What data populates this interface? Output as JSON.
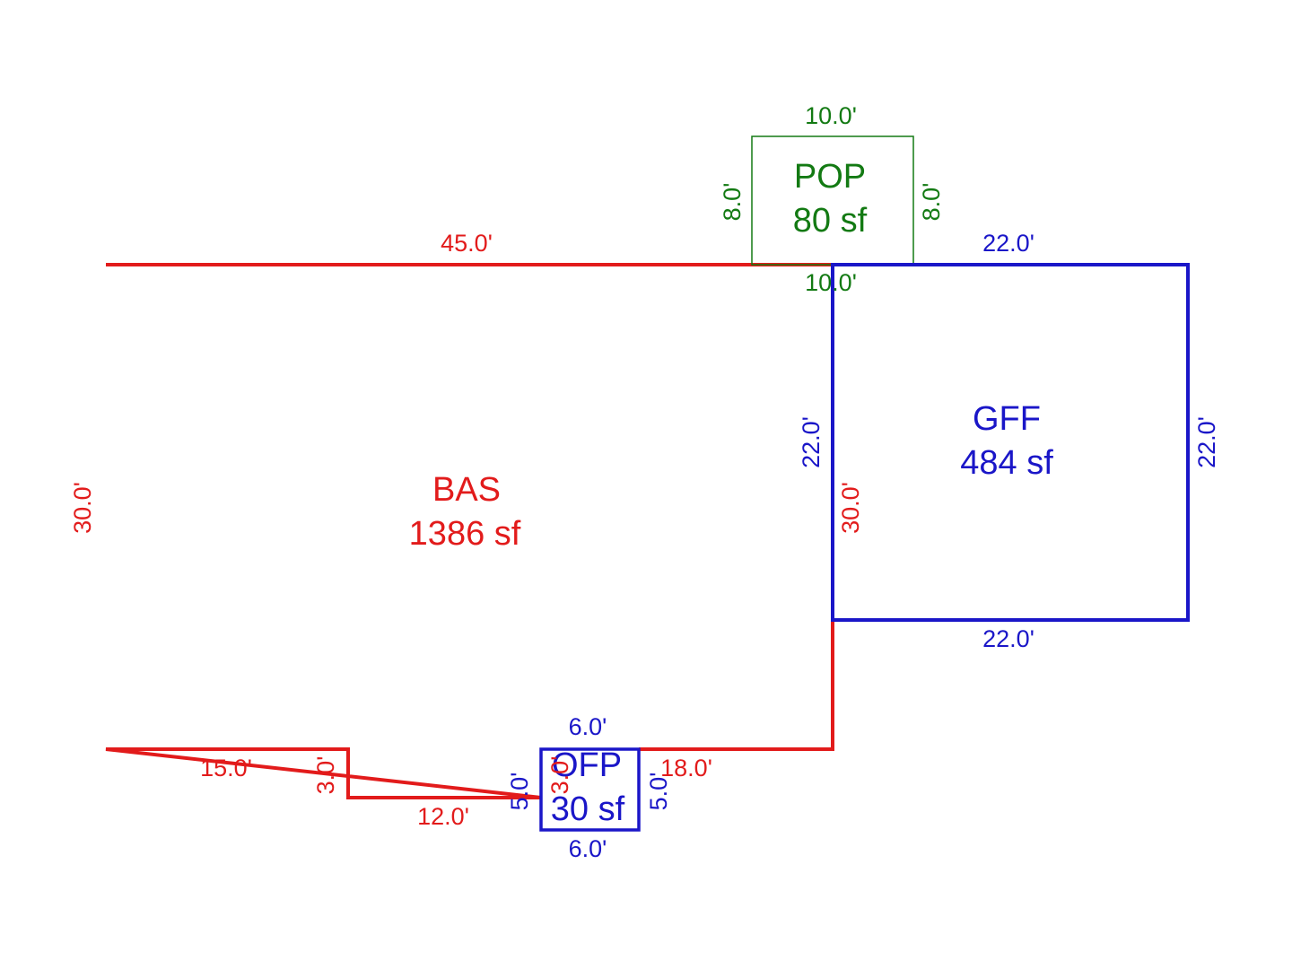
{
  "colors": {
    "bas": "#e21b1b",
    "gff": "#1a16c8",
    "ofp": "#1a16c8",
    "pop": "#137a13",
    "background": "#ffffff"
  },
  "areas": {
    "bas": {
      "code": "BAS",
      "area": "1386 sf"
    },
    "gff": {
      "code": "GFF",
      "area": "484 sf"
    },
    "pop": {
      "code": "POP",
      "area": "80 sf"
    },
    "ofp": {
      "code": "OFP",
      "area": "30 sf"
    }
  },
  "dimensions": {
    "bas": {
      "top": "45.0'",
      "left": "30.0'",
      "right": "30.0'",
      "bottom_left": "15.0'",
      "step_vertical": "3.0'",
      "step_bottom": "12.0'",
      "inner_step": "3.0'",
      "bottom_right": "18.0'"
    },
    "gff": {
      "top": "22.0'",
      "bottom": "22.0'",
      "left": "22.0'",
      "right": "22.0'"
    },
    "pop": {
      "top": "10.0'",
      "bottom": "10.0'",
      "left": "8.0'",
      "right": "8.0'"
    },
    "ofp": {
      "top": "6.0'",
      "bottom": "6.0'",
      "left": "5.0'",
      "right": "5.0'"
    }
  }
}
